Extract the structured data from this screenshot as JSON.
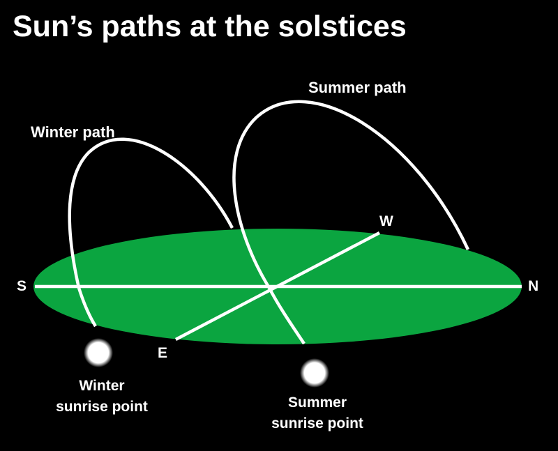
{
  "title": "Sun’s paths at the solstices",
  "labels": {
    "winter_path": "Winter path",
    "summer_path": "Summer path",
    "south": "S",
    "north": "N",
    "west": "W",
    "east": "E",
    "winter_sunrise_line1": "Winter",
    "winter_sunrise_line2": "sunrise point",
    "summer_sunrise_line1": "Summer",
    "summer_sunrise_line2": "sunrise point"
  },
  "colors": {
    "background": "#000000",
    "ground": "#0ba540",
    "lines": "#ffffff",
    "sun": "#ffffff"
  }
}
